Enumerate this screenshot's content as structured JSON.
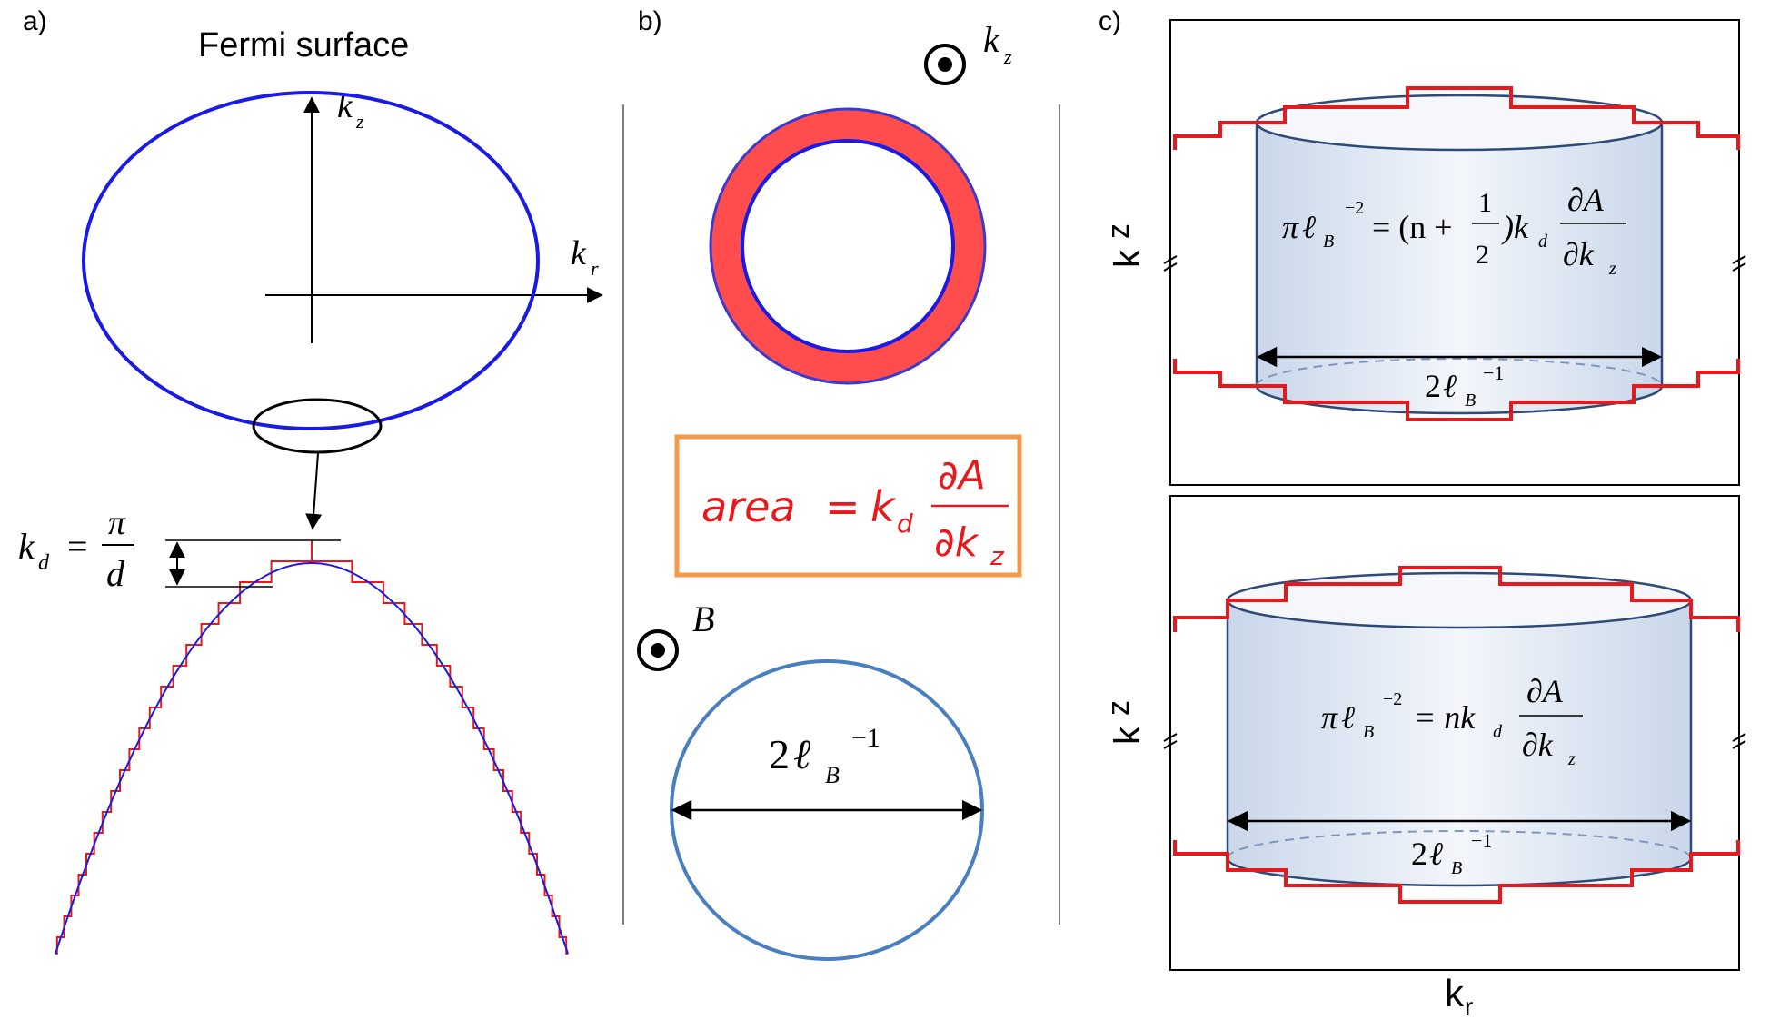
{
  "panel_a": {
    "label": "a)",
    "title": "Fermi surface",
    "axis_z": "k",
    "axis_z_sub": "z",
    "axis_r": "k",
    "axis_r_sub": "r",
    "kd_k": "k",
    "kd_sub": "d",
    "kd_eq": "=",
    "kd_num": "π",
    "kd_den": "d",
    "colors": {
      "surface": "#1a1ae6",
      "steps": "#e8191d"
    }
  },
  "panel_b": {
    "label": "b)",
    "kz_k": "k",
    "kz_sub": "z",
    "area_lhs": "area",
    "area_eq": "=",
    "area_k": "k",
    "area_sub": "d",
    "area_num": "∂A",
    "area_den": "∂k",
    "area_den_sub": "z",
    "B_label": "B",
    "orbit_num": "2",
    "orbit_l": "ℓ",
    "orbit_sub": "B",
    "orbit_sup": "−1",
    "colors": {
      "annulus": "#ff4d4d",
      "annulus_edge": "#2a2ad0",
      "box": "#f59a4a",
      "orbit": "#4a7fbf",
      "formula": "#e8191d"
    }
  },
  "panel_c": {
    "label": "c)",
    "top": {
      "ylabel": "k",
      "ylabel_sub": "z",
      "eq_lhs_pi": "π",
      "eq_lhs_l": "ℓ",
      "eq_lhs_sub": "B",
      "eq_lhs_sup": "−2",
      "eq_mid": "= (n +",
      "eq_half_num": "1",
      "eq_half_den": "2",
      "eq_close": ")k",
      "eq_close_sub": "d",
      "eq_num": "∂A",
      "eq_den": "∂k",
      "eq_den_sub": "z",
      "width_num": "2",
      "width_l": "ℓ",
      "width_sub": "B",
      "width_sup": "−1"
    },
    "bottom": {
      "ylabel": "k",
      "ylabel_sub": "z",
      "eq_lhs_pi": "π",
      "eq_lhs_l": "ℓ",
      "eq_lhs_sub": "B",
      "eq_lhs_sup": "−2",
      "eq_mid": "= nk",
      "eq_mid_sub": "d",
      "eq_num": "∂A",
      "eq_den": "∂k",
      "eq_den_sub": "z",
      "width_num": "2",
      "width_l": "ℓ",
      "width_sub": "B",
      "width_sup": "−1"
    },
    "xlabel": "k",
    "xlabel_sub": "r",
    "colors": {
      "cylinder": "#dbe6f3",
      "cylinder_edge": "#2e4a78",
      "steps": "#e8191d"
    }
  }
}
